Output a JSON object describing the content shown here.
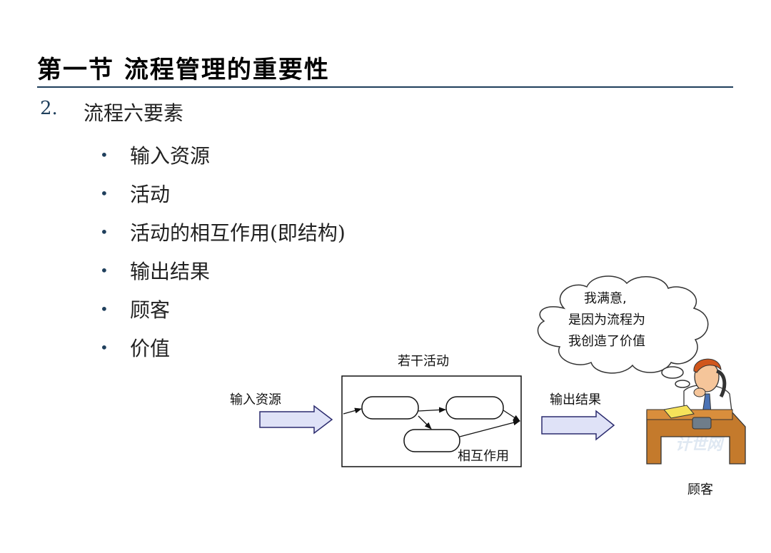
{
  "title": "第一节  流程管理的重要性",
  "section": {
    "number": "2.",
    "text": "流程六要素"
  },
  "bullets": [
    {
      "symbol": "•",
      "label": "输入资源"
    },
    {
      "symbol": "•",
      "label": "活动"
    },
    {
      "symbol": "•",
      "label": "活动的相互作用(即结构)"
    },
    {
      "symbol": "•",
      "label": "输出结果"
    },
    {
      "symbol": "•",
      "label": "顾客"
    },
    {
      "symbol": "•",
      "label": "价值"
    }
  ],
  "diagram": {
    "input_label": "输入资源",
    "activities_label": "若干活动",
    "interaction_label": "相互作用",
    "output_label": "输出结果",
    "customer_label": "顾客",
    "speech": {
      "line1": "我满意,",
      "line2": "是因为流程为",
      "line3": "我创造了价值"
    },
    "watermark": "计世网",
    "colors": {
      "arrow_fill": "#dfe2f7",
      "arrow_stroke": "#2b2b6e",
      "accent": "#1f3f5c"
    }
  }
}
